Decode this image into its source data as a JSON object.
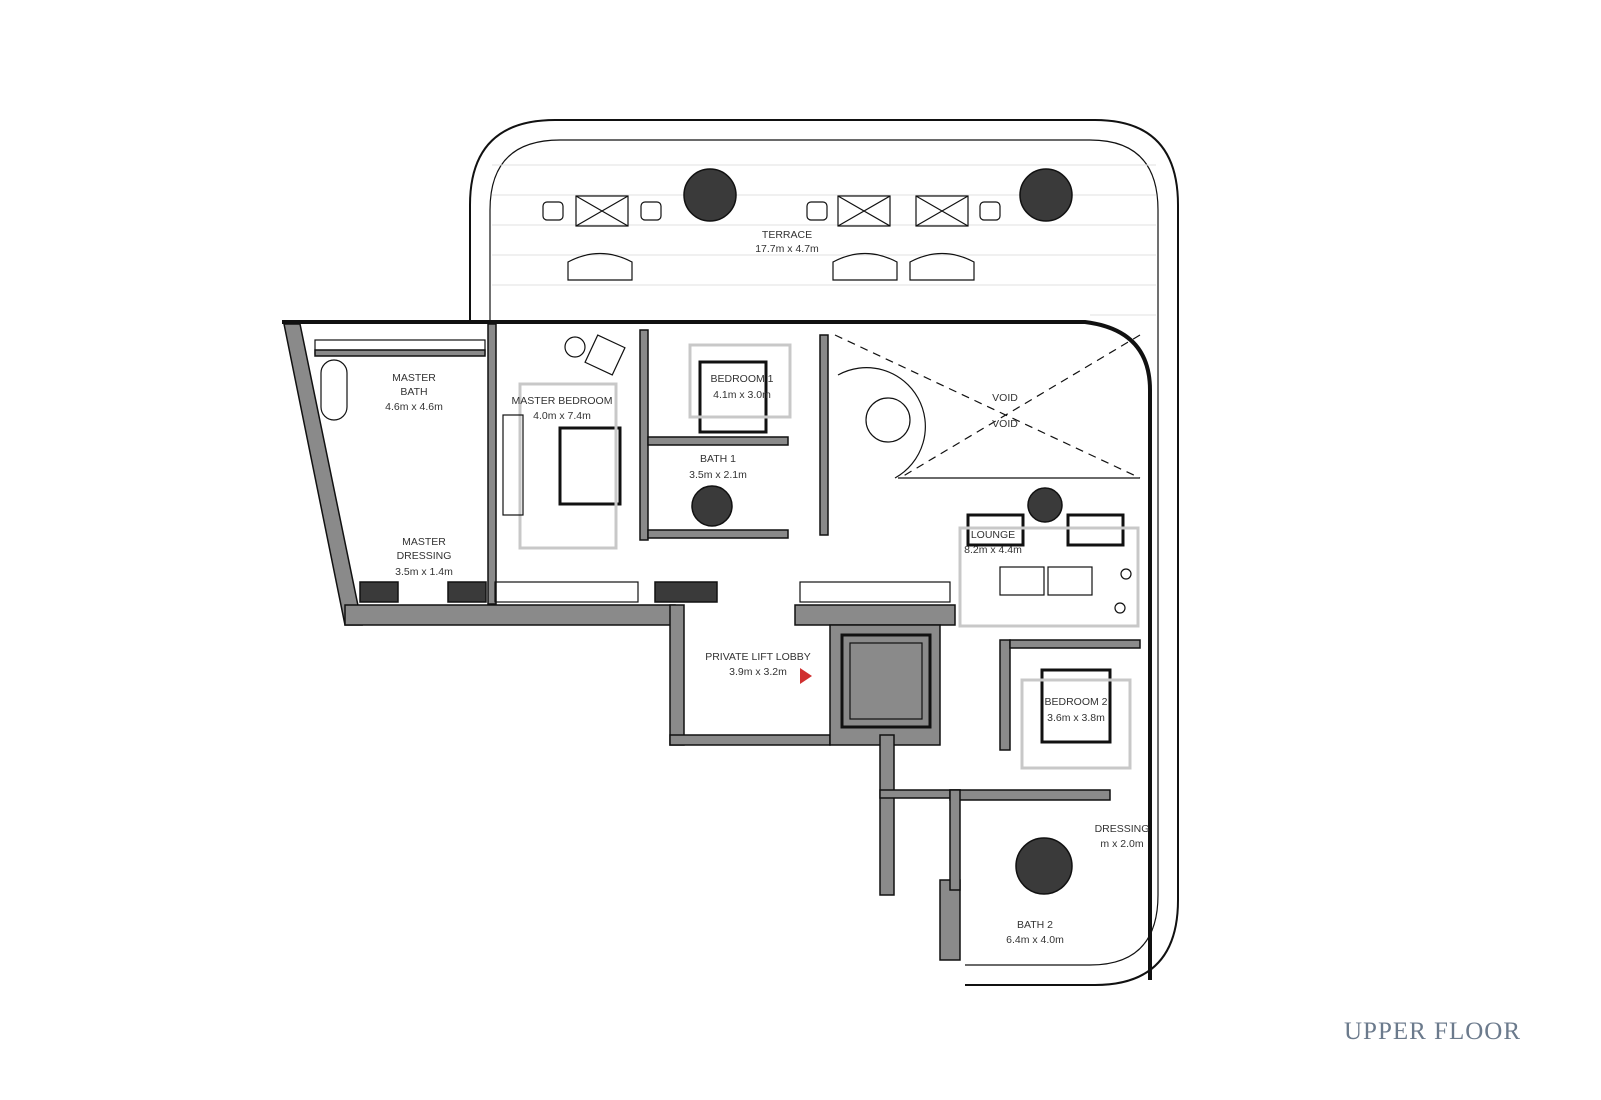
{
  "plan": {
    "title": "UPPER FLOOR",
    "rooms": [
      {
        "name": "TERRACE",
        "size": "17.7m x 4.7m"
      },
      {
        "name": "MASTER",
        "name2": "BATH",
        "size": "4.6m x 4.6m"
      },
      {
        "name": "MASTER BEDROOM",
        "size": "4.0m x 7.4m"
      },
      {
        "name": "BEDROOM 1",
        "size": "4.1m x 3.0m"
      },
      {
        "name": "BATH 1",
        "size": "3.5m x 2.1m"
      },
      {
        "name": "VOID",
        "name2": "VOID"
      },
      {
        "name": "MASTER",
        "name2": "DRESSING",
        "size": "3.5m x 1.4m"
      },
      {
        "name": "LOUNGE",
        "size": "8.2m x 4.4m"
      },
      {
        "name": "PRIVATE LIFT LOBBY",
        "size": "3.9m x 3.2m"
      },
      {
        "name": "BEDROOM 2",
        "size": "3.6m x 3.8m"
      },
      {
        "name": "DRESSING",
        "size": "m x 2.0m"
      },
      {
        "name": "BATH 2",
        "size": "6.4m x 4.0m"
      }
    ],
    "colors": {
      "walls": "#8a8a8a",
      "lines": "#111111",
      "title": "#6b7a8c",
      "lift-marker": "#d03030"
    }
  }
}
